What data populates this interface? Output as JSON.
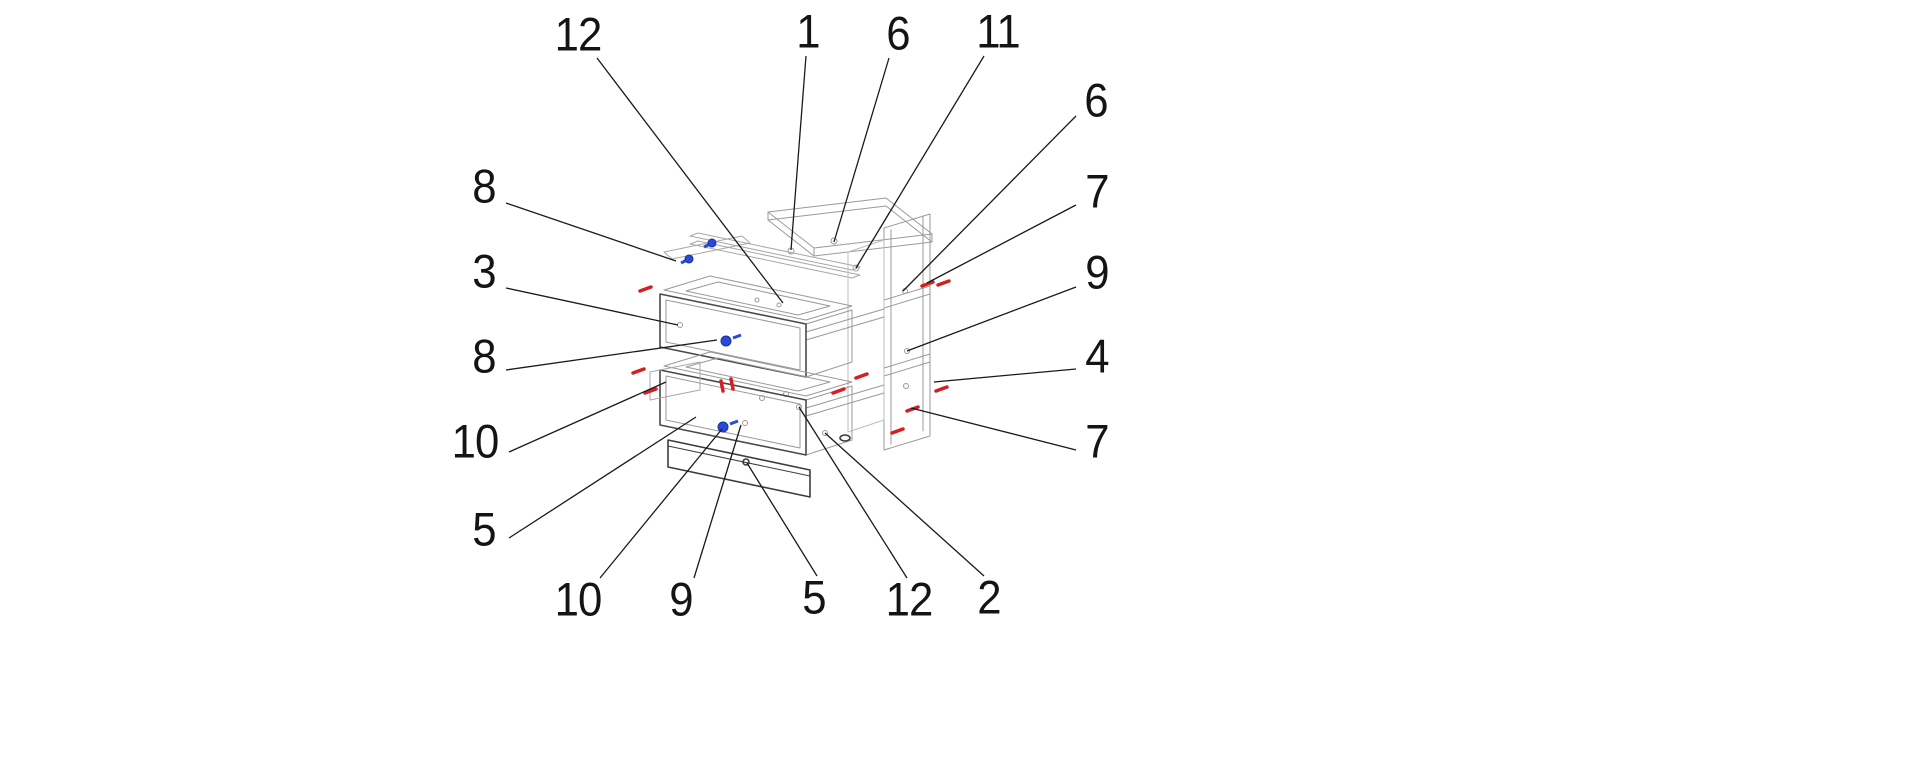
{
  "figure": {
    "type": "exploded-assembly-diagram",
    "description": "Exploded isometric drawing of a two-drawer cabinet with numbered part callouts",
    "background": "#ffffff",
    "colors": {
      "leader_line": "#1a1a1a",
      "part_gray": "#9a9a9a",
      "part_dark": "#3c3c3c",
      "screw_blue": "#2a49d8",
      "fastener_red": "#d42020",
      "label_text": "#141414"
    }
  },
  "callouts": [
    {
      "label": "12",
      "region": "top"
    },
    {
      "label": "1",
      "region": "top"
    },
    {
      "label": "6",
      "region": "top"
    },
    {
      "label": "11",
      "region": "top"
    },
    {
      "label": "6",
      "region": "right"
    },
    {
      "label": "7",
      "region": "right"
    },
    {
      "label": "9",
      "region": "right"
    },
    {
      "label": "4",
      "region": "right"
    },
    {
      "label": "7",
      "region": "right"
    },
    {
      "label": "8",
      "region": "left"
    },
    {
      "label": "3",
      "region": "left"
    },
    {
      "label": "8",
      "region": "left"
    },
    {
      "label": "10",
      "region": "left"
    },
    {
      "label": "5",
      "region": "left"
    },
    {
      "label": "10",
      "region": "bottom"
    },
    {
      "label": "9",
      "region": "bottom"
    },
    {
      "label": "5",
      "region": "bottom"
    },
    {
      "label": "12",
      "region": "bottom"
    },
    {
      "label": "2",
      "region": "bottom"
    }
  ]
}
